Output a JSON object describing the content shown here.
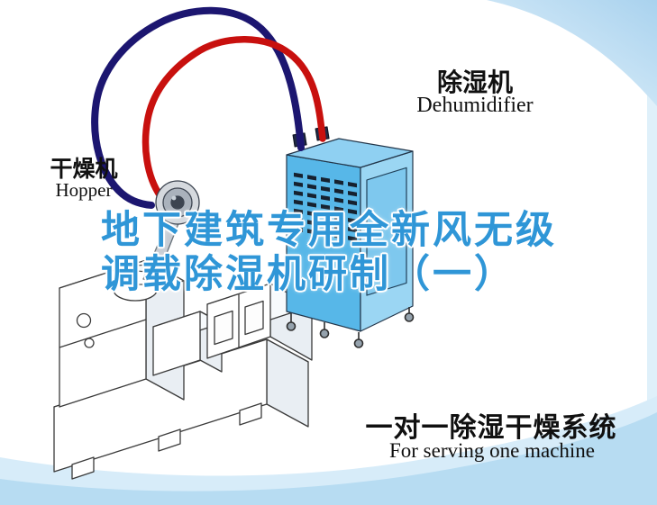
{
  "title": {
    "line1": "地下建筑专用全新风无级",
    "line2": "调载除湿机研制（一）"
  },
  "dehumidifier": {
    "label_cn": "除湿机",
    "label_en": "Dehumidifier"
  },
  "hopper": {
    "label_cn": "干燥机",
    "label_en": "Hopper"
  },
  "caption": {
    "line_cn": "一对一除湿干燥系统",
    "line_en": "For serving one machine"
  },
  "colors": {
    "title_blue": "#2f96d7",
    "pipe_red": "#c8100e",
    "pipe_navy": "#1c1670",
    "machine_blue_front": "#57b7e8",
    "machine_blue_side": "#9bd6f3",
    "machine_blue_top": "#8fd0f2",
    "background_wave_light": "#d7ecf9",
    "background_wave_deep": "#b7dcf2"
  }
}
